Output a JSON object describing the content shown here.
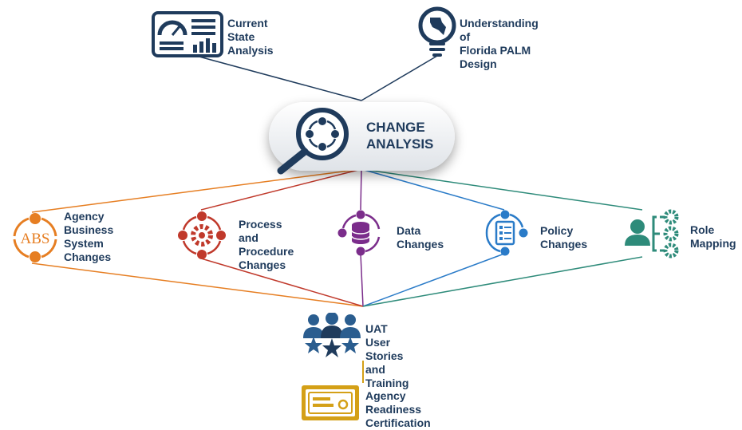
{
  "nodes": {
    "current_state": "Current State\nAnalysis",
    "understanding": "Understanding of\nFlorida PALM Design",
    "change_analysis": "CHANGE\nANALYSIS",
    "agency_business": "Agency\nBusiness\nSystem\nChanges",
    "process_procedure": "Process and\nProcedure\nChanges",
    "data_changes": "Data\nChanges",
    "policy_changes": "Policy\nChanges",
    "role_mapping": "Role\nMapping",
    "uat": "UAT User Stories\nand Training",
    "readiness": "Agency Readiness\nCertification"
  },
  "icon_text": {
    "abs": "ABS"
  },
  "colors": {
    "navy": "#1f3b5c",
    "orange": "#e67e22",
    "red": "#c0392b",
    "purple": "#7b2d8b",
    "blue": "#2a7bc8",
    "teal": "#2e8b7a",
    "gold": "#d4a017"
  }
}
